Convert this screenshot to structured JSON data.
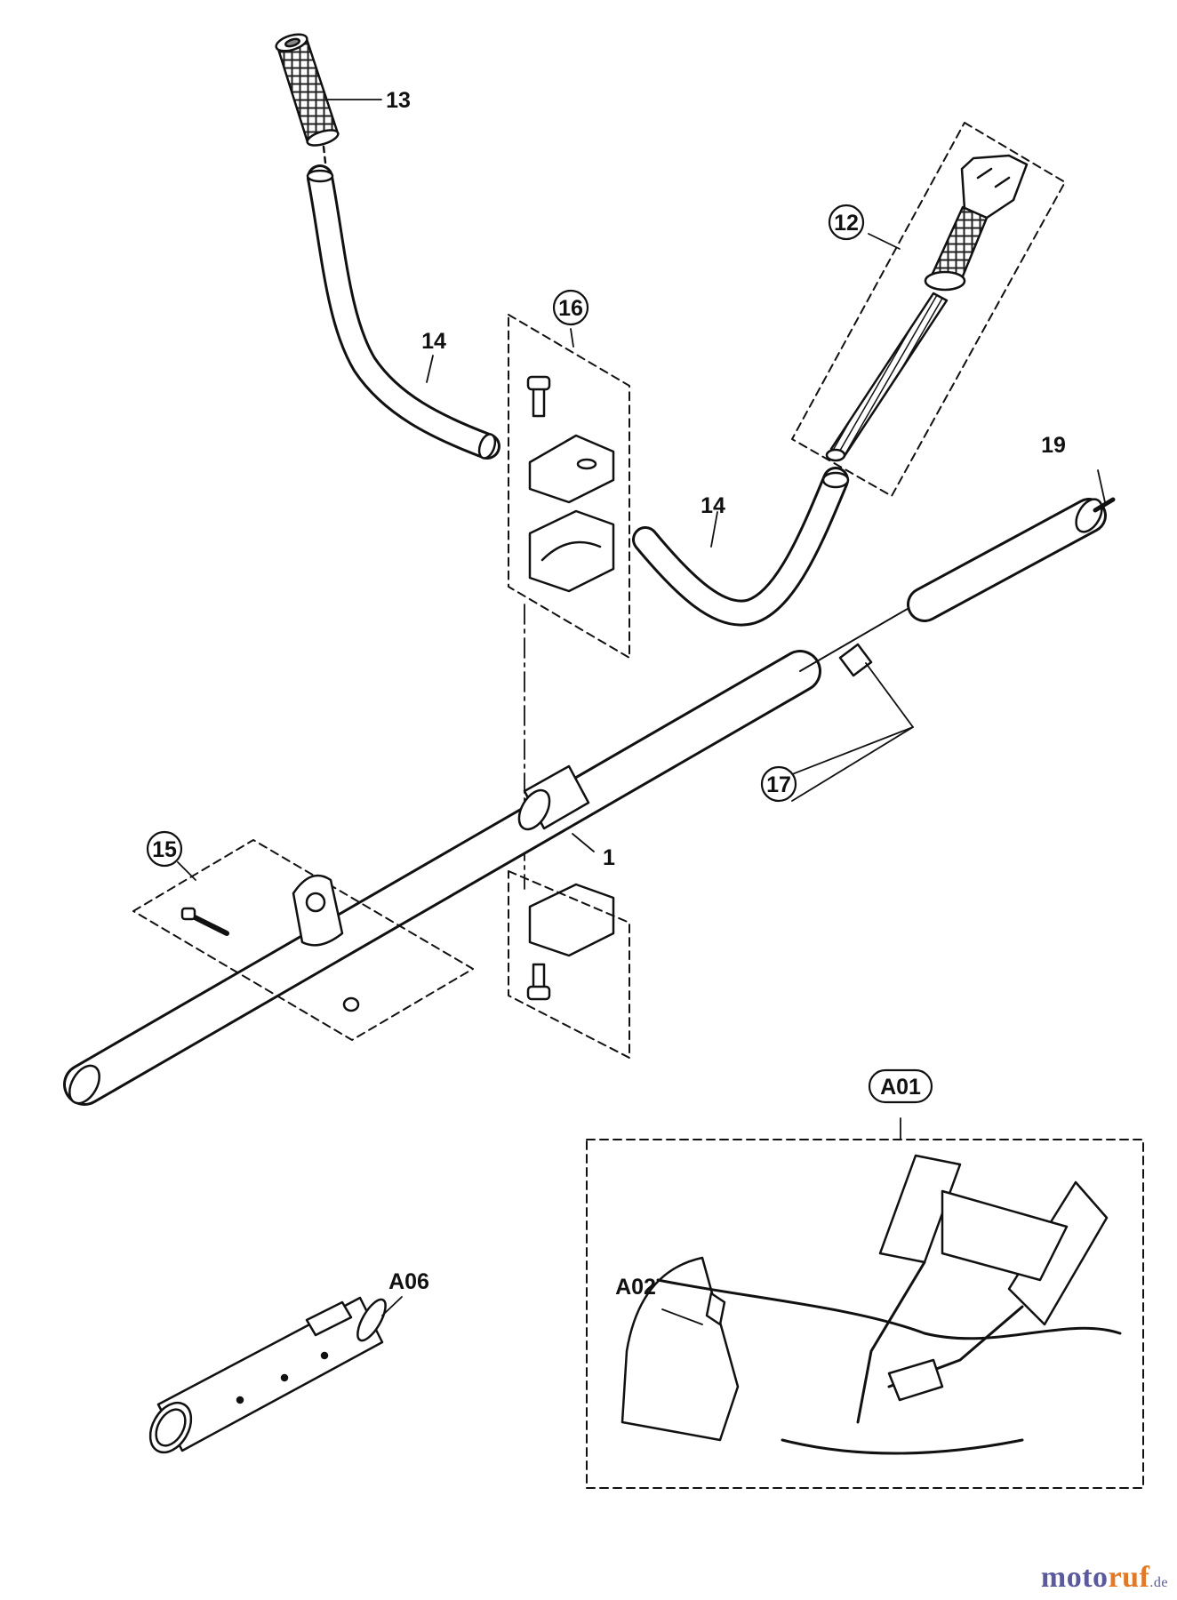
{
  "parts": {
    "p1": "1",
    "p12": "12",
    "p13": "13",
    "p14a": "14",
    "p14b": "14",
    "p15": "15",
    "p16": "16",
    "p17": "17",
    "p19": "19",
    "a01": "A01",
    "a02": "A02",
    "a06": "A06"
  },
  "watermark": {
    "part1": "moto",
    "part2": "ruf",
    "part3": ".de"
  }
}
